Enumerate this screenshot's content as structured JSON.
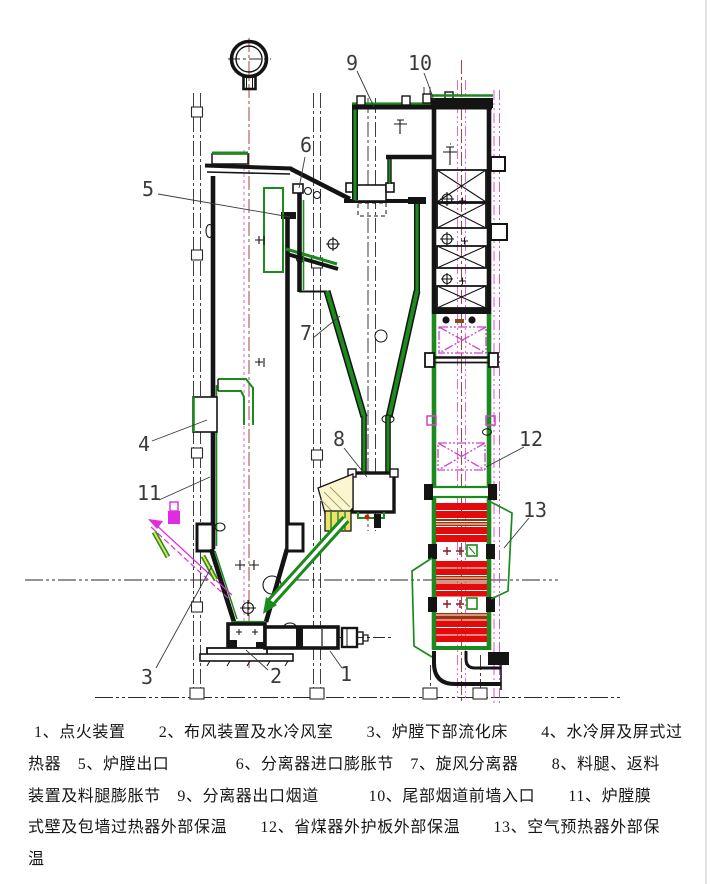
{
  "drawing_type": "boiler-assembly-elevation",
  "subject": "循环流化床锅炉总图 (circulating fluidized bed boiler elevation)",
  "callouts": [
    {
      "num": "1",
      "label": "点火装置"
    },
    {
      "num": "2",
      "label": "布风装置及水冷风室"
    },
    {
      "num": "3",
      "label": "炉膛下部流化床"
    },
    {
      "num": "4",
      "label": "水冷屏及屏式过热器"
    },
    {
      "num": "5",
      "label": "炉膛出口"
    },
    {
      "num": "6",
      "label": "分离器进口膨胀节"
    },
    {
      "num": "7",
      "label": "旋风分离器"
    },
    {
      "num": "8",
      "label": "料腿、返料装置及料腿膨胀节"
    },
    {
      "num": "9",
      "label": "分离器出口烟道"
    },
    {
      "num": "10",
      "label": "尾部烟道前墙入口"
    },
    {
      "num": "11",
      "label": "炉膛膜式壁及包墙过热器外部保温"
    },
    {
      "num": "12",
      "label": "省煤器外护板外部保温"
    },
    {
      "num": "13",
      "label": "空气预热器外部保温"
    }
  ],
  "legend": {
    "lines": [
      "1、点火装置　　2、布风装置及水冷风室　　3、炉膛下部流化床　　4、水冷屏及屏式过",
      "热器　5、炉膛出口　　　　6、分离器进口膨胀节　7、旋风分离器　　8、料腿、返料",
      "装置及料腿膨胀节　9、分离器出口烟道　　　10、尾部烟道前墙入口　　11、炉膛膜",
      "式壁及包墙过热器外部保温　　12、省煤器外护板外部保温　　13、空气预热器外部保",
      "温"
    ]
  },
  "colors": {
    "line_black": "#141414",
    "duct_green": "#1c8a1c",
    "aph_red": "#e20a0a",
    "aph_dark_red": "#a03208",
    "economizer_magenta": "#cc44cc",
    "feeder_magenta": "#e02ce0",
    "centerline_dark_red": "#9b3030",
    "chute_pale_yellow": "#fbf6cf",
    "seal_yellow": "#eee26d"
  }
}
